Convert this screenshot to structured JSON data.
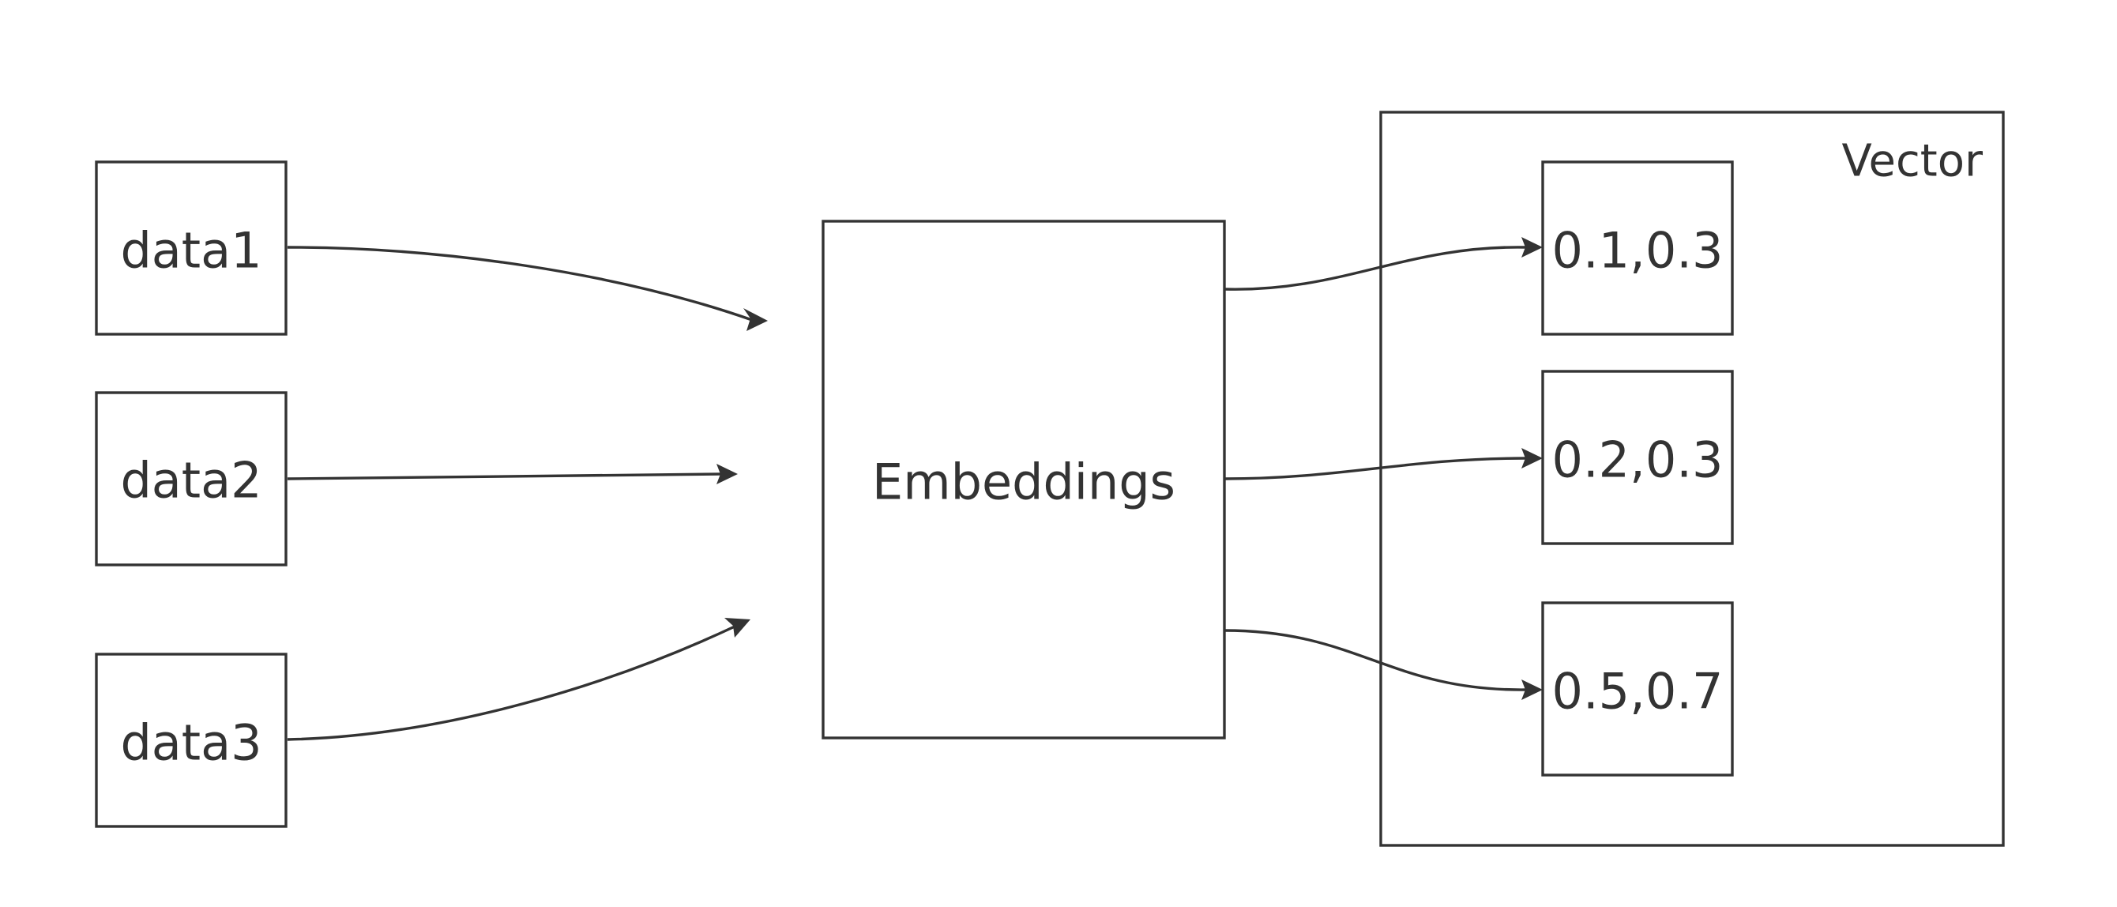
{
  "diagram": {
    "stroke_color": "#333333",
    "background_color": "#ffffff",
    "inputs": [
      {
        "id": "data1",
        "label": "data1"
      },
      {
        "id": "data2",
        "label": "data2"
      },
      {
        "id": "data3",
        "label": "data3"
      }
    ],
    "processor": {
      "id": "embeddings",
      "label": "Embeddings"
    },
    "container": {
      "id": "vector",
      "label": "Vector"
    },
    "outputs": [
      {
        "id": "out1",
        "label": "0.1,0.3"
      },
      {
        "id": "out2",
        "label": "0.2,0.3"
      },
      {
        "id": "out3",
        "label": "0.5,0.7"
      }
    ],
    "edges": [
      {
        "from": "data1",
        "to": "embeddings"
      },
      {
        "from": "data2",
        "to": "embeddings"
      },
      {
        "from": "data3",
        "to": "embeddings"
      },
      {
        "from": "embeddings",
        "to": "out1"
      },
      {
        "from": "embeddings",
        "to": "out2"
      },
      {
        "from": "embeddings",
        "to": "out3"
      }
    ]
  }
}
